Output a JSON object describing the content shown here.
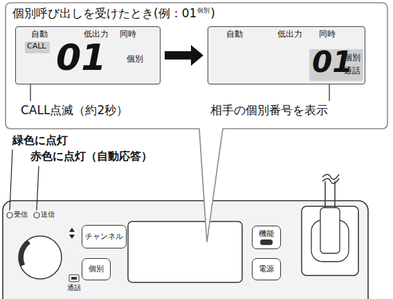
{
  "diagram": {
    "nodes": [
      {
        "text": [
          "個別呼び出しを受けたとき(例：01",
          "個別",
          ")",
          "CALL点滅（約2秒）",
          "相手の個別番号を表示"
        ]
      },
      {
        "text": [
          "自動",
          "低出力",
          "同時",
          "CALL",
          "01",
          "個別"
        ],
        "in": 0
      },
      {
        "text": [
          "自動",
          "低出力",
          "同時",
          "01",
          "個別",
          "通話"
        ],
        "in": 0
      },
      {
        "text": [
          "チャンネル"
        ]
      },
      {
        "text": [
          "個別"
        ]
      },
      {
        "text": [
          "機能"
        ]
      },
      {
        "text": [
          "電源"
        ]
      }
    ],
    "edges": [
      {
        "from": 1,
        "to": 2,
        "arrow": "to"
      }
    ],
    "labels": [
      "緑色に点灯",
      "赤色に点灯（自動応答）",
      "受信",
      "送信",
      "通話"
    ]
  }
}
